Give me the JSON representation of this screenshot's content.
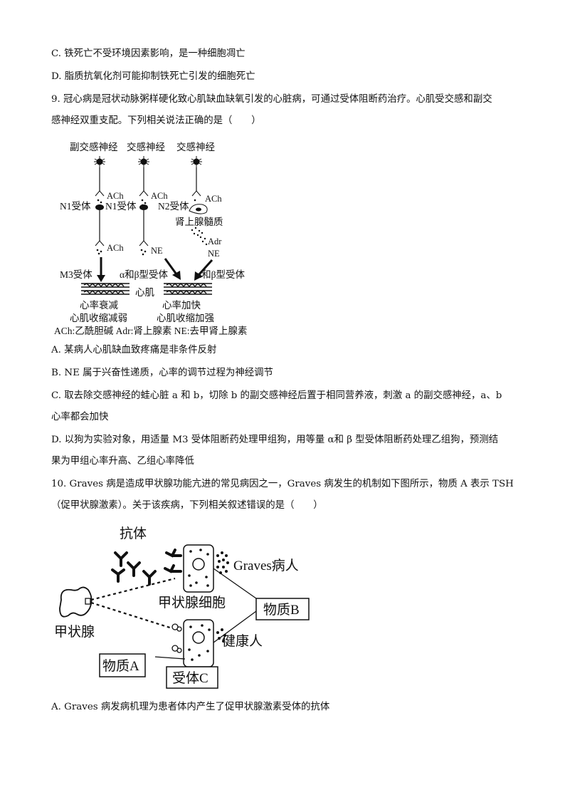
{
  "lines": {
    "l1": "C. 铁死亡不受环境因素影响，是一种细胞凋亡",
    "l2": "D. 脂质抗氧化剂可能抑制铁死亡引发的细胞死亡",
    "l3": "9. 冠心病是冠状动脉粥样硬化致心肌缺血缺氧引发的心脏病，可通过受体阻断药治疗。心肌受交感和副交",
    "l4": "感神经双重支配。下列相关说法正确的是（　　）",
    "l5": "A. 某病人心肌缺血致疼痛是非条件反射",
    "l6": "B. NE 属于兴奋性递质，心率的调节过程为神经调节",
    "l7": "C. 取去除交感神经的蛙心脏 a 和 b，切除 b 的副交感神经后置于相同营养液，刺激 a 的副交感神经，a、b",
    "l8": "心率都会加快",
    "l9": "D. 以狗为实验对象，用适量 M3 受体阻断药处理甲组狗，用等量 α和 β 型受体阻断药处理乙组狗，预测结",
    "l10": "果为甲组心率升高、乙组心率降低",
    "l11": "10. Graves 病是造成甲状腺功能亢进的常见病因之一，Graves 病发生的机制如下图所示，物质 A 表示 TSH",
    "l12": "（促甲状腺激素）。关于该疾病，下列相关叙述错误的是（　　）",
    "l13": "A. Graves 病发病机理为患者体内产生了促甲状腺激素受体的抗体"
  },
  "fig1": {
    "nerve1": "副交感神经",
    "nerve2": "交感神经",
    "nerve3": "交感神经",
    "ach_a": "ACh",
    "ach_b": "ACh",
    "ach_c": "ACh",
    "n1a": "N1受体",
    "n1b": "N1受体",
    "n2": "N2受体",
    "adrenal": "肾上腺髓质",
    "ach_d": "ACh",
    "ne_a": "NE",
    "adr": "Adr",
    "ne_b": "NE",
    "m3": "M3受体",
    "ab1": "α和β型受体",
    "ab2": "α和β型受体",
    "muscle": "心肌",
    "hr_down": "心率衰减",
    "hr_up": "心率加快",
    "con_down": "心肌收缩减弱",
    "con_up": "心肌收缩加强",
    "legend": "ACh:乙酰胆碱 Adr:肾上腺素 NE:去甲肾上腺素"
  },
  "fig2": {
    "antibody": "抗体",
    "graves": "Graves病人",
    "thyroid_cell": "甲状腺细胞",
    "substance_b": "物质B",
    "thyroid": "甲状腺",
    "healthy": "健康人",
    "substance_a": "物质A",
    "receptor_c": "受体C"
  }
}
